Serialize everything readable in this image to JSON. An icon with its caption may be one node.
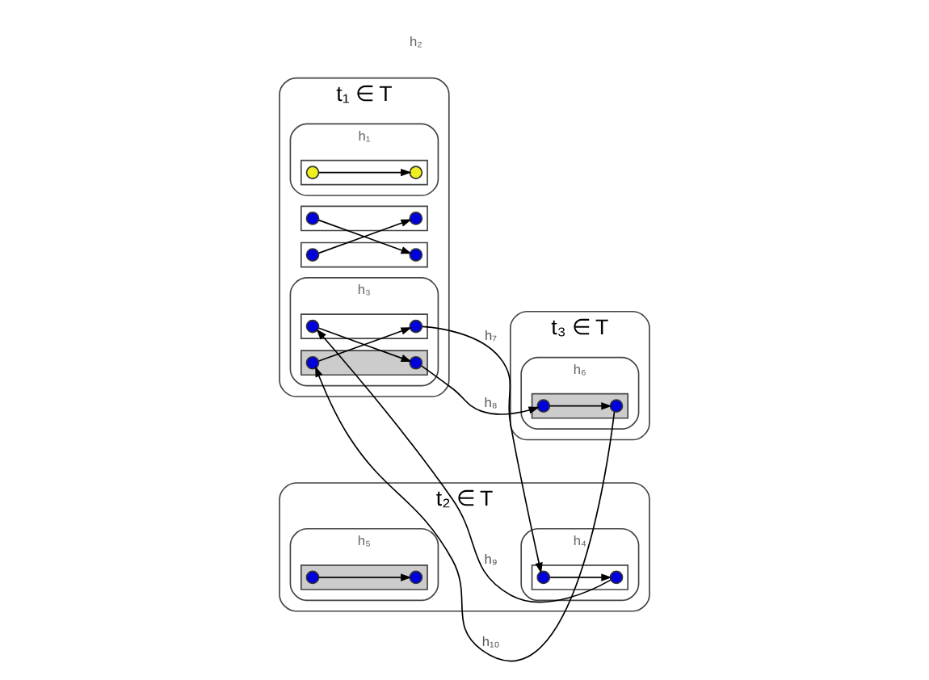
{
  "diagram": {
    "nodes": [
      {
        "text": [
          "t₁ ∈ T"
        ]
      },
      {
        "text": [
          "h₁"
        ],
        "in": 0
      },
      {
        "text": [],
        "shape": "bar",
        "in": 1
      },
      {
        "text": [],
        "shape": "circle",
        "in": 2
      },
      {
        "text": [],
        "shape": "circle",
        "in": 2
      },
      {
        "text": [],
        "shape": "bar",
        "in": 0
      },
      {
        "text": [],
        "shape": "circle",
        "in": 5
      },
      {
        "text": [],
        "shape": "circle",
        "in": 5
      },
      {
        "text": [],
        "shape": "bar",
        "in": 0
      },
      {
        "text": [],
        "shape": "circle",
        "in": 8
      },
      {
        "text": [],
        "shape": "circle",
        "in": 8
      },
      {
        "text": [
          "h₃"
        ],
        "in": 0
      },
      {
        "text": [],
        "shape": "bar",
        "in": 11
      },
      {
        "text": [],
        "shape": "circle",
        "in": 12
      },
      {
        "text": [],
        "shape": "circle",
        "in": 12
      },
      {
        "text": [],
        "shape": "bar",
        "in": 11
      },
      {
        "text": [],
        "shape": "circle",
        "in": 15
      },
      {
        "text": [],
        "shape": "circle",
        "in": 15
      },
      {
        "text": [
          "t₂ ∈ T"
        ]
      },
      {
        "text": [
          "h₄"
        ],
        "in": 18
      },
      {
        "text": [],
        "shape": "bar",
        "in": 19
      },
      {
        "text": [],
        "shape": "circle",
        "in": 20
      },
      {
        "text": [],
        "shape": "circle",
        "in": 20
      },
      {
        "text": [
          "h₅"
        ],
        "in": 18
      },
      {
        "text": [],
        "shape": "bar",
        "in": 23
      },
      {
        "text": [],
        "shape": "circle",
        "in": 24
      },
      {
        "text": [],
        "shape": "circle",
        "in": 24
      },
      {
        "text": [
          "t₃ ∈ T"
        ]
      },
      {
        "text": [
          "h₆"
        ],
        "in": 27
      },
      {
        "text": [],
        "shape": "bar",
        "in": 28
      },
      {
        "text": [],
        "shape": "circle",
        "in": 29
      },
      {
        "text": [],
        "shape": "circle",
        "in": 29
      }
    ],
    "edges": [
      {
        "from": 3,
        "to": 4,
        "arrow": "to"
      },
      {
        "from": 6,
        "to": 10,
        "arrow": "to"
      },
      {
        "from": 9,
        "to": 7,
        "arrow": "to"
      },
      {
        "from": 13,
        "to": 17,
        "arrow": "to"
      },
      {
        "from": 16,
        "to": 14,
        "arrow": "to"
      },
      {
        "from": 21,
        "to": 22,
        "arrow": "to"
      },
      {
        "from": 25,
        "to": 26,
        "arrow": "to"
      },
      {
        "from": 30,
        "to": 31,
        "arrow": "to"
      },
      {
        "from": 14,
        "to": 21,
        "label": "h₇",
        "arrow": "to"
      },
      {
        "from": 17,
        "to": 30,
        "label": "h₈",
        "arrow": "to"
      },
      {
        "from": 22,
        "to": 13,
        "label": "h₉",
        "arrow": "to"
      },
      {
        "from": 31,
        "to": 16,
        "label": "h₁₀",
        "arrow": "to"
      }
    ],
    "labels": [
      "h₂"
    ]
  }
}
